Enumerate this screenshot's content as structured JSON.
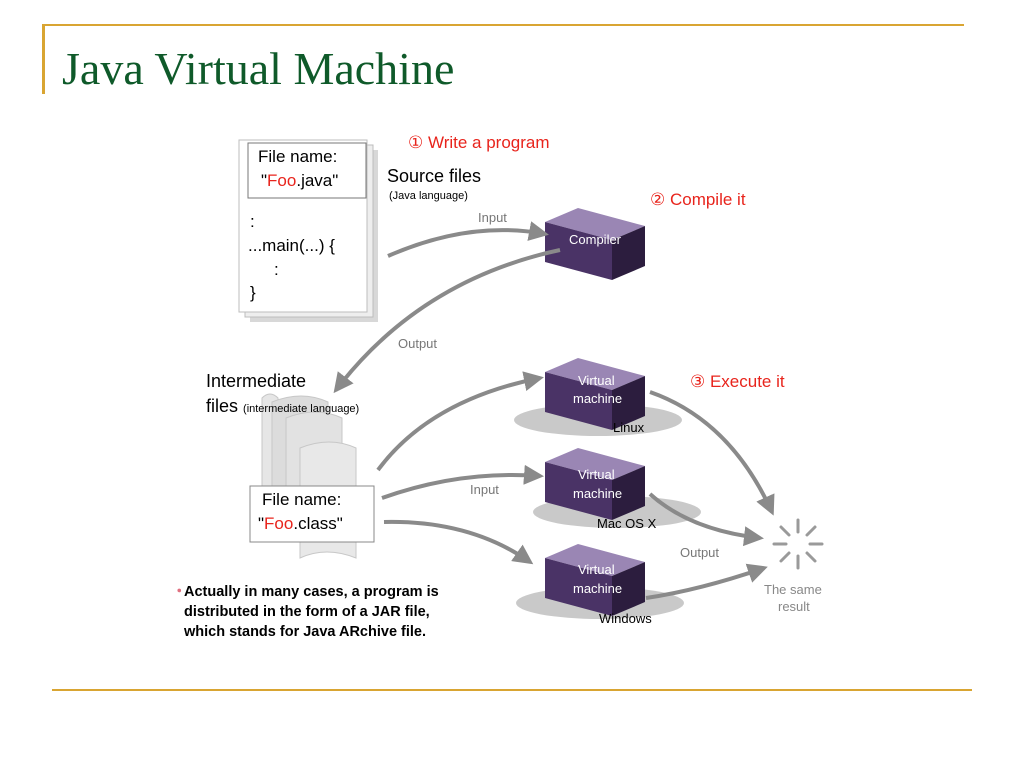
{
  "slide": {
    "title": "Java Virtual Machine"
  },
  "diagram": {
    "steps": {
      "write": "① Write a program",
      "compile": "② Compile it",
      "execute": "③ Execute it"
    },
    "source_file": {
      "file_name_label": "File name:",
      "file_name_quote_open": "\"",
      "file_name_stem": "Foo",
      "file_name_ext": ".java\"",
      "code_lines": [
        ":",
        "...main(...) {",
        ":",
        "}"
      ]
    },
    "source_files_label": "Source files",
    "source_files_sublabel": "(Java language)",
    "compiler_label": "Compiler",
    "arrow_labels": {
      "input_top": "Input",
      "output_left": "Output",
      "input_mid": "Input",
      "output_right": "Output"
    },
    "intermediate": {
      "label_line1": "Intermediate",
      "label_line2": "files",
      "sublabel": "(intermediate language)",
      "file_name_label": "File name:",
      "file_name_quote_open": "\"",
      "file_name_stem": "Foo",
      "file_name_ext": ".class\""
    },
    "virtual_machines": [
      {
        "line1": "Virtual",
        "line2": "machine",
        "os": "Linux"
      },
      {
        "line1": "Virtual",
        "line2": "machine",
        "os": "Mac OS X"
      },
      {
        "line1": "Virtual",
        "line2": "machine",
        "os": "Windows"
      }
    ],
    "result_label_line1": "The same",
    "result_label_line2": "result",
    "note_bullet": "・",
    "note_lines": [
      "Actually in many cases, a program is",
      "distributed in the form of a JAR file,",
      "which stands for Java ARchive file."
    ]
  },
  "colors": {
    "title": "#0f5a2a",
    "rule": "#d9a532",
    "step_text": "#e8241c",
    "box_top": "#9a86b4",
    "box_front": "#4a3366",
    "box_side": "#2c1d3e",
    "arrow": "#8a8a8a"
  }
}
